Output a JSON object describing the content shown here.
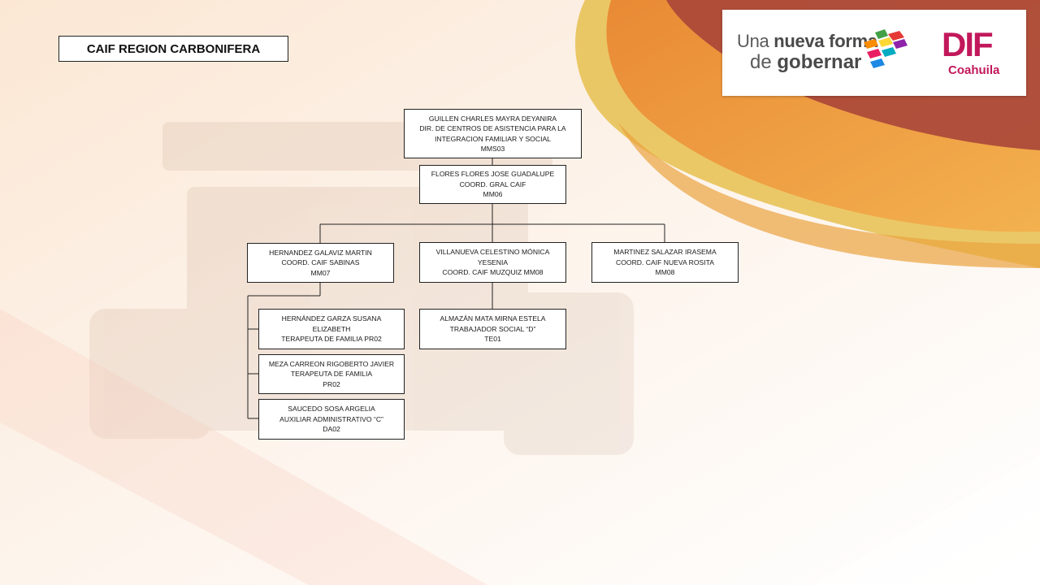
{
  "title": "CAIF REGION CARBONIFERA",
  "logo": {
    "slogan_line1_a": "Una ",
    "slogan_line1_b": "nueva forma",
    "slogan_line2_a": "de ",
    "slogan_line2_b": "gobernar",
    "brand_mark": "DIF",
    "brand_sub": "Coahuila",
    "colors": [
      "#e53935",
      "#43a047",
      "#fb8c00",
      "#fdd835",
      "#1e88e5",
      "#8e24aa",
      "#e91e63",
      "#00acc1"
    ]
  },
  "nodes": {
    "director": {
      "name": "GUILLEN CHARLES MAYRA DEYANIRA",
      "role": "DIR. DE CENTROS DE ASISTENCIA PARA LA INTEGRACION FAMILIAR Y SOCIAL",
      "code": "MMS03"
    },
    "coord_gral": {
      "name": "FLORES FLORES JOSE GUADALUPE",
      "role": "COORD. GRAL CAIF",
      "code": "MM06"
    },
    "coord_sabinas": {
      "name": "HERNANDEZ GALAVIZ MARTIN",
      "role": "COORD. CAIF SABINAS",
      "code": "MM07"
    },
    "coord_muzquiz": {
      "name": "VILLANUEVA CELESTINO MÓNICA YESENIA",
      "role": "COORD. CAIF MUZQUIZ  MM08"
    },
    "coord_rosita": {
      "name": "MARTINEZ SALAZAR IRASEMA",
      "role": "COORD. CAIF NUEVA ROSITA",
      "code": "MM08"
    },
    "terapeuta1": {
      "name": "HERNÁNDEZ GARZA SUSANA ELIZABETH",
      "role": "TERAPEUTA DE FAMILIA PR02"
    },
    "terapeuta2": {
      "name": "MEZA CARREON RIGOBERTO JAVIER",
      "role": "TERAPEUTA DE FAMILIA",
      "code": "PR02"
    },
    "auxiliar": {
      "name": "SAUCEDO SOSA ARGELIA",
      "role": "AUXILIAR ADMINISTRATIVO “C”",
      "code": "DA02"
    },
    "trabajador": {
      "name": "ALMAZÁN MATA MIRNA ESTELA",
      "role": "TRABAJADOR SOCIAL “D”",
      "code": "TE01"
    }
  }
}
